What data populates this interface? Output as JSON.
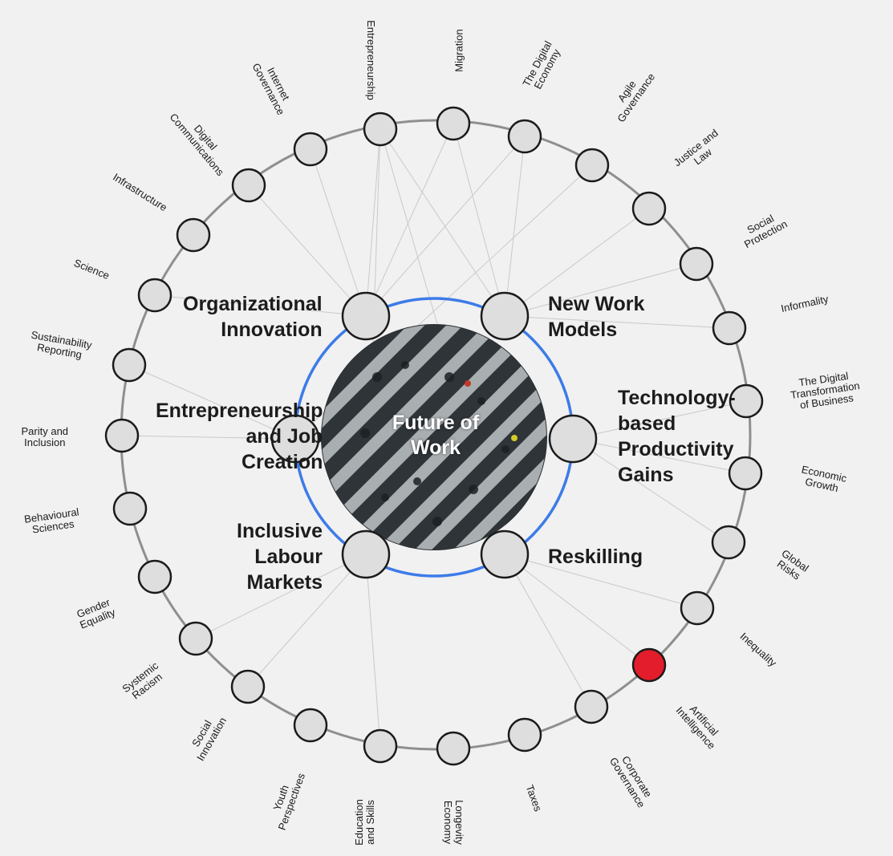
{
  "center": {
    "title": "Future of\nWork"
  },
  "colors": {
    "background": "#f1f1f1",
    "ring": "#8f8f8f",
    "inner_ring": "#3d7be8",
    "node_fill": "#dedede",
    "node_stroke": "#1b1b1b",
    "highlight": "#e31d2b",
    "connector": "#c9c9c9"
  },
  "inner_nodes": [
    {
      "label": "Organizational\nInnovation"
    },
    {
      "label": "New Work\nModels"
    },
    {
      "label": "Technology-\nbased\nProductivity\nGains"
    },
    {
      "label": "Reskilling"
    },
    {
      "label": "Inclusive\nLabour\nMarkets"
    },
    {
      "label": "Entrepreneurship\nand Job\nCreation"
    }
  ],
  "outer_nodes": [
    {
      "label": "Entrepreneurship",
      "highlighted": false
    },
    {
      "label": "Migration",
      "highlighted": false
    },
    {
      "label": "The Digital\nEconomy",
      "highlighted": false
    },
    {
      "label": "Agile\nGovernance",
      "highlighted": false
    },
    {
      "label": "Justice and\nLaw",
      "highlighted": false
    },
    {
      "label": "Social\nProtection",
      "highlighted": false
    },
    {
      "label": "Informality",
      "highlighted": false
    },
    {
      "label": "The Digital\nTransformation\nof Business",
      "highlighted": false
    },
    {
      "label": "Economic\nGrowth",
      "highlighted": false
    },
    {
      "label": "Global\nRisks",
      "highlighted": false
    },
    {
      "label": "Inequality",
      "highlighted": false
    },
    {
      "label": "Artificial\nIntelligence",
      "highlighted": true
    },
    {
      "label": "Corporate\nGovernance",
      "highlighted": false
    },
    {
      "label": "Taxes",
      "highlighted": false
    },
    {
      "label": "Longevity\nEconomy",
      "highlighted": false
    },
    {
      "label": "Education\nand Skills",
      "highlighted": false
    },
    {
      "label": "Youth\nPerspectives",
      "highlighted": false
    },
    {
      "label": "Social\nInnovation",
      "highlighted": false
    },
    {
      "label": "Systemic\nRacism",
      "highlighted": false
    },
    {
      "label": "Gender\nEquality",
      "highlighted": false
    },
    {
      "label": "Behavioural\nSciences",
      "highlighted": false
    },
    {
      "label": "Parity and\nInclusion",
      "highlighted": false
    },
    {
      "label": "Sustainability\nReporting",
      "highlighted": false
    },
    {
      "label": "Science",
      "highlighted": false
    },
    {
      "label": "Infrastructure",
      "highlighted": false
    },
    {
      "label": "Digital\nCommunications",
      "highlighted": false
    },
    {
      "label": "Internet\nGovernance",
      "highlighted": false
    }
  ]
}
